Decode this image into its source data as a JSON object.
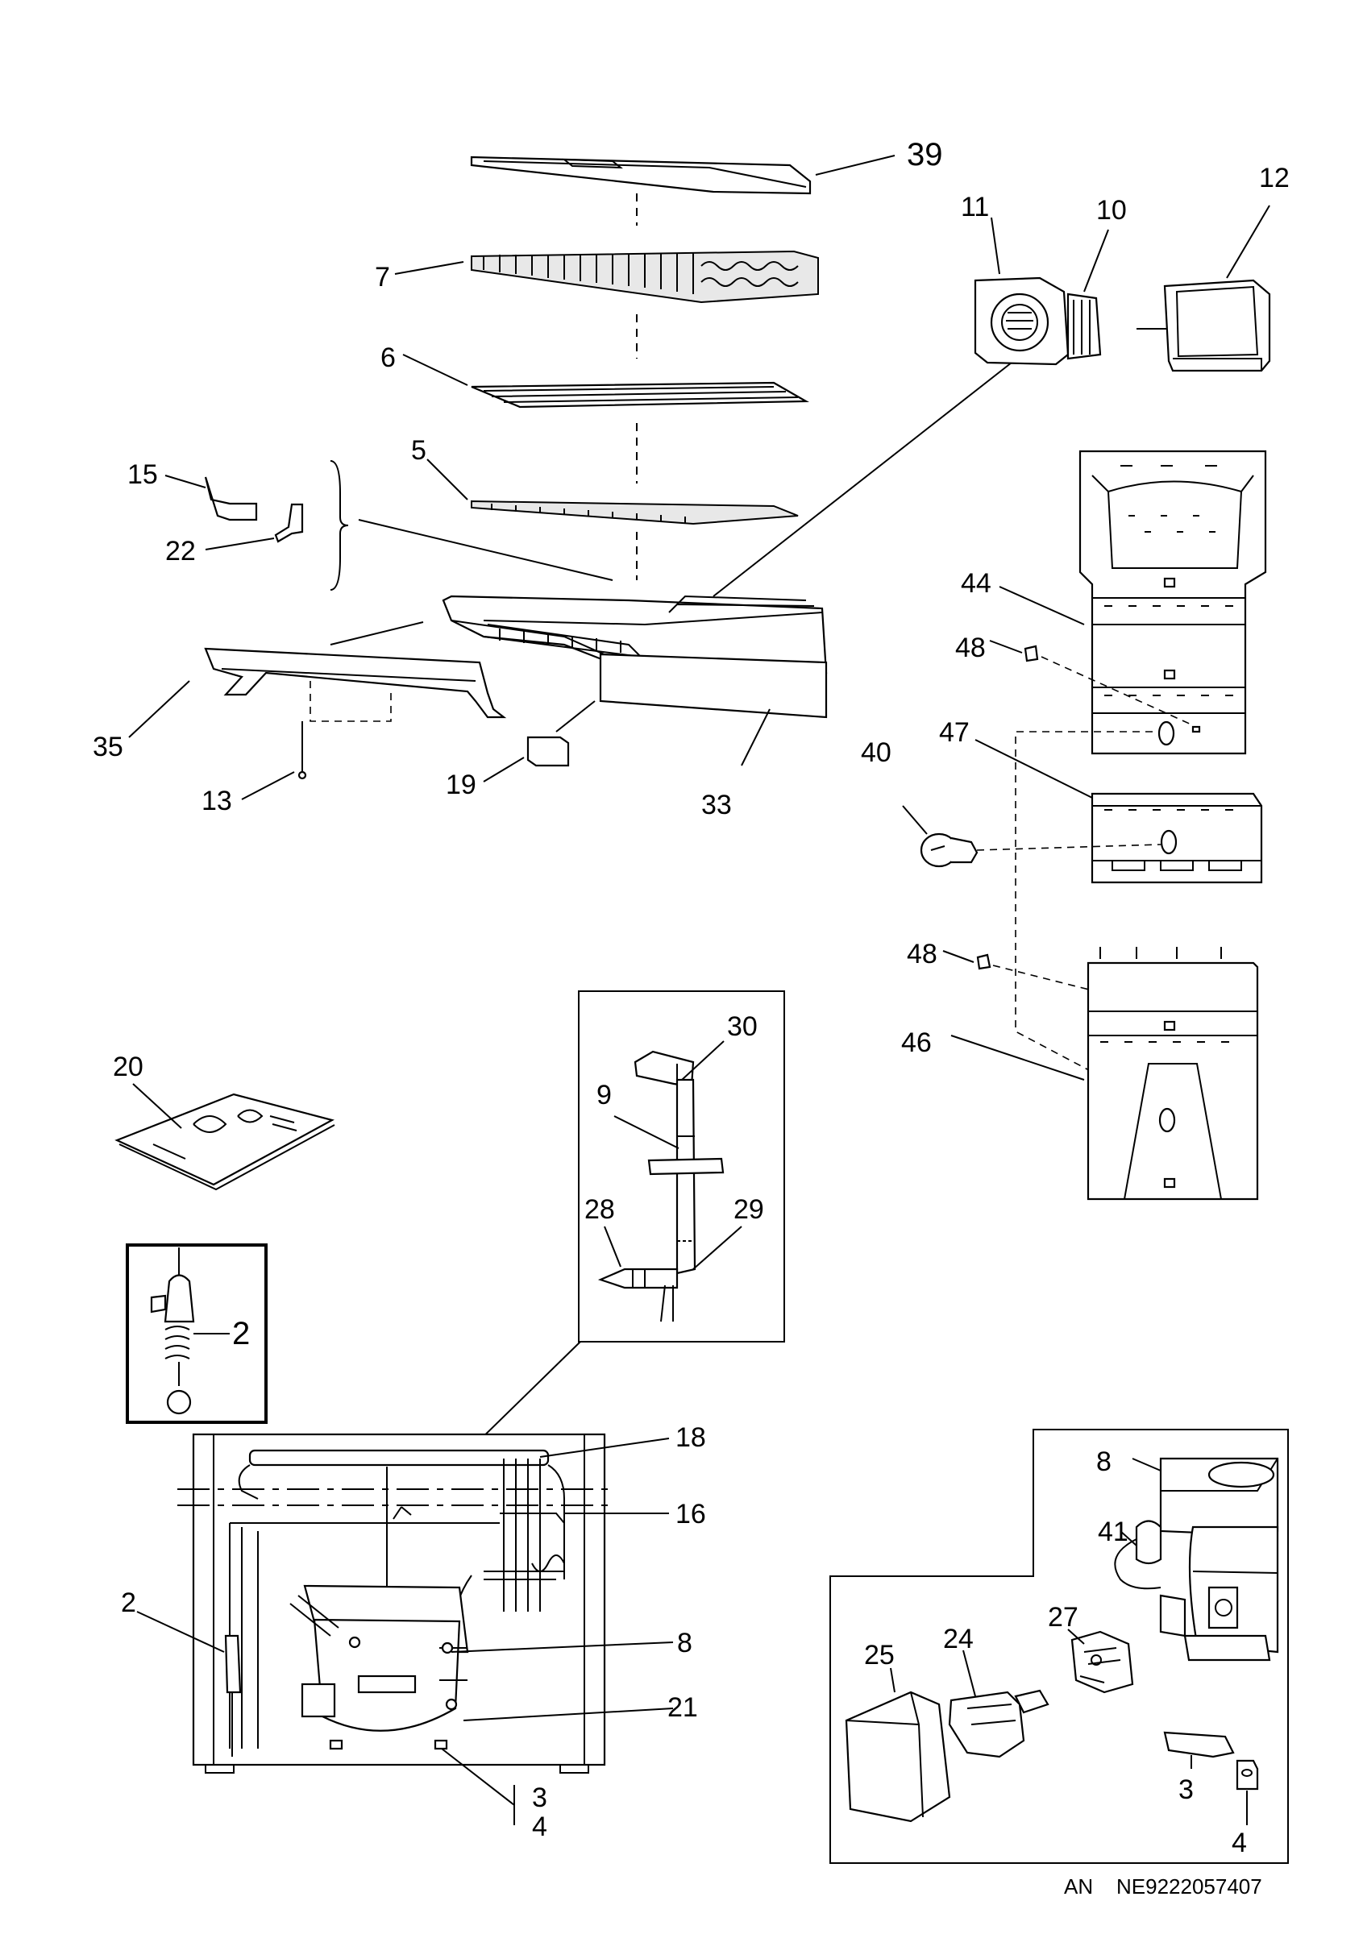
{
  "callouts": {
    "c39": "39",
    "c7": "7",
    "c6": "6",
    "c5": "5",
    "c15": "15",
    "c22": "22",
    "c35": "35",
    "c13": "13",
    "c19": "19",
    "c33": "33",
    "c11": "11",
    "c10": "10",
    "c12": "12",
    "c44": "44",
    "c48a": "48",
    "c47": "47",
    "c40": "40",
    "c48b": "48",
    "c46": "46",
    "c20": "20",
    "c30": "30",
    "c9": "9",
    "c28": "28",
    "c29": "29",
    "c2inset": "2",
    "c18": "18",
    "c16": "16",
    "c2": "2",
    "c8": "8",
    "c21": "21",
    "c3": "3",
    "c4": "4",
    "c8r": "8",
    "c41": "41",
    "c25": "25",
    "c24": "24",
    "c27": "27",
    "c3r": "3",
    "c4r": "4"
  },
  "footer": {
    "code": "AN    NE9222057407"
  }
}
